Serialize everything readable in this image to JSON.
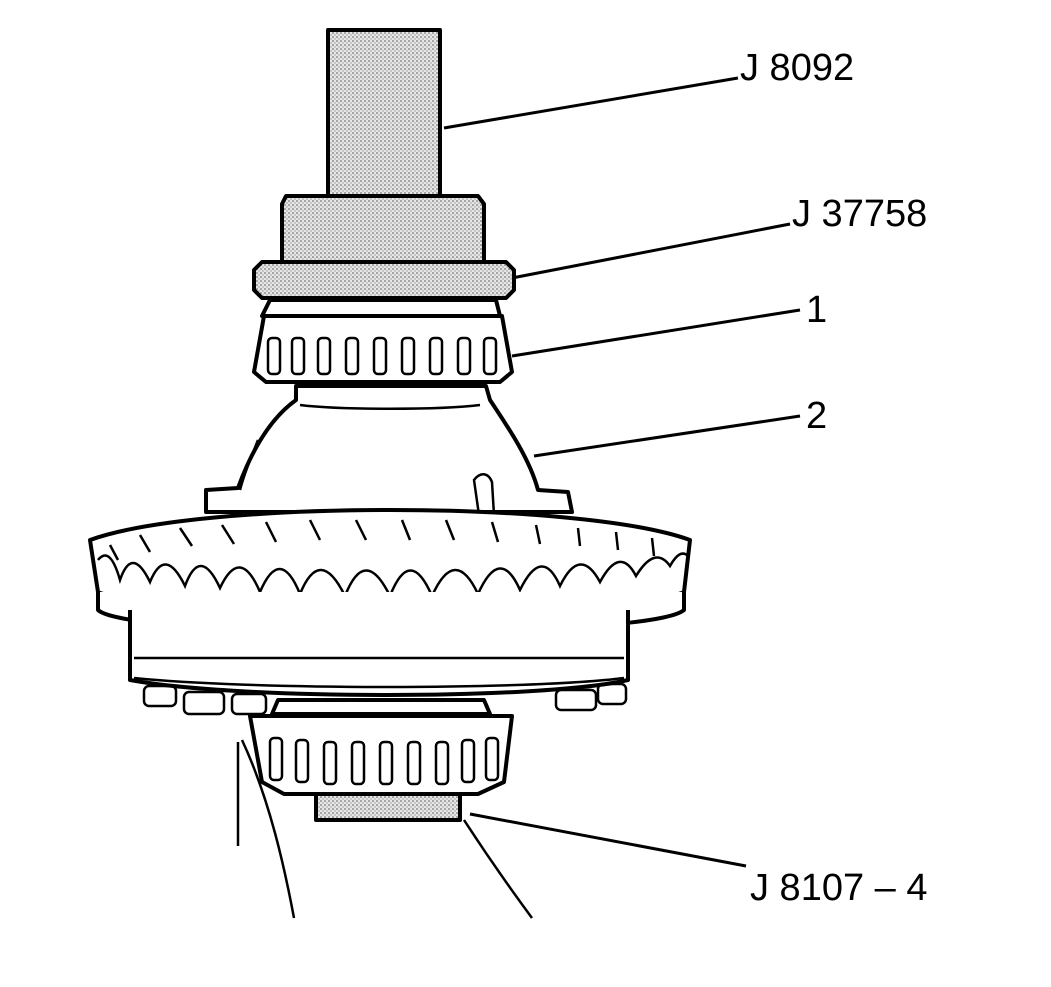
{
  "labels": {
    "tool_press": "J 8092",
    "tool_installer": "J 37758",
    "bearing_id": "1",
    "case_id": "2",
    "tool_support": "J 8107 – 4"
  },
  "colors": {
    "ink": "#000000",
    "stipple": "#d9d9d9",
    "paper": "#ffffff"
  }
}
